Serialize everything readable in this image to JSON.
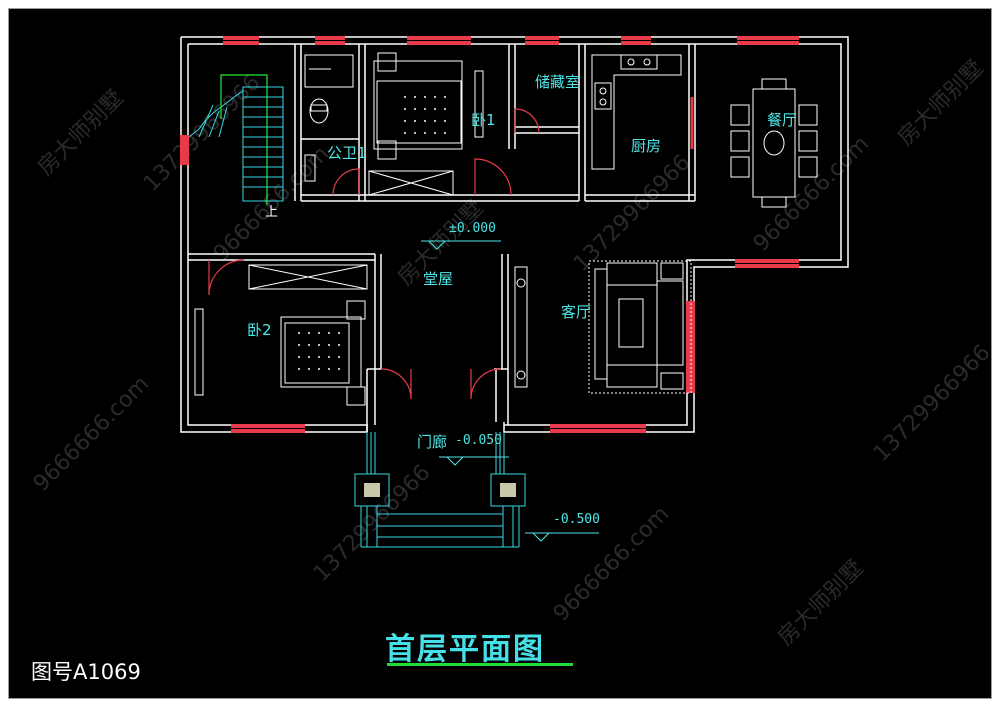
{
  "drawing": {
    "title": "首层平面图",
    "code": "图号A1069"
  },
  "rooms": {
    "bathroom": "公卫1",
    "bedroom1": "卧1",
    "storage": "储藏室",
    "kitchen": "厨房",
    "dining": "餐厅",
    "hall": "堂屋",
    "bedroom2": "卧2",
    "living": "客厅",
    "porch": "门廊",
    "stair_up": "上"
  },
  "levels": {
    "main": "±0.000",
    "porch": "-0.050",
    "ground": "-0.500"
  },
  "watermarks": [
    "房大师别墅",
    "13729966966",
    "9666666.com"
  ],
  "colors": {
    "background": "#000000",
    "walls": "#ffffff",
    "windows": "#e83a4a",
    "text": "#4ee6e6",
    "stairs": "#38d8e8",
    "stair_arrow": "#22ee33",
    "title_underline": "#22dd33"
  }
}
